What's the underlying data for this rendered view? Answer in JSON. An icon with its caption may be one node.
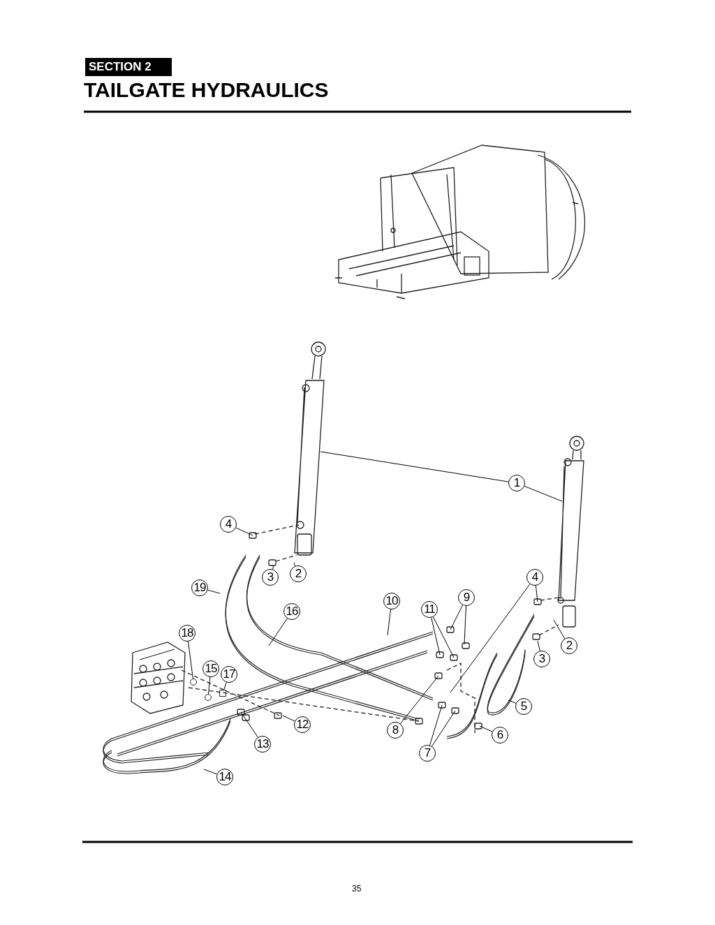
{
  "diagram": {
    "title": "TAILGATE HYDRAULICS",
    "nodes": [
      {
        "text": [
          "SECTION 2"
        ]
      },
      {
        "text": [
          "1"
        ]
      },
      {
        "text": [
          "4"
        ]
      },
      {
        "text": [
          "19"
        ]
      },
      {
        "text": [
          "3"
        ]
      },
      {
        "text": [
          "2"
        ]
      },
      {
        "text": [
          "4"
        ]
      },
      {
        "text": [
          "10"
        ]
      },
      {
        "text": [
          "9"
        ]
      },
      {
        "text": [
          "11"
        ]
      },
      {
        "text": [
          "16"
        ]
      },
      {
        "text": [
          "18"
        ]
      },
      {
        "text": [
          "2"
        ]
      },
      {
        "text": [
          "3"
        ]
      },
      {
        "text": [
          "15"
        ]
      },
      {
        "text": [
          "17"
        ]
      },
      {
        "text": [
          "5"
        ]
      },
      {
        "text": [
          "12"
        ]
      },
      {
        "text": [
          "8"
        ]
      },
      {
        "text": [
          "6"
        ]
      },
      {
        "text": [
          "13"
        ]
      },
      {
        "text": [
          "7"
        ]
      },
      {
        "text": [
          "14"
        ]
      },
      {
        "text": [],
        "shape": "circle"
      },
      {
        "text": [],
        "shape": "circle"
      },
      {
        "text": [],
        "shape": "box"
      }
    ],
    "edges": [
      {
        "from": 1,
        "to": null,
        "arrow": "none"
      },
      {
        "from": 1,
        "to": null,
        "arrow": "none"
      },
      {
        "from": 2,
        "to": null,
        "arrow": "none"
      },
      {
        "from": 3,
        "to": null,
        "arrow": "none"
      },
      {
        "from": 4,
        "to": null,
        "arrow": "none"
      },
      {
        "from": 5,
        "to": null,
        "arrow": "none"
      },
      {
        "from": 6,
        "to": null,
        "arrow": "none"
      },
      {
        "from": 6,
        "to": null,
        "arrow": "none"
      },
      {
        "from": 7,
        "to": null,
        "arrow": "none"
      },
      {
        "from": 8,
        "to": null,
        "arrow": "none"
      },
      {
        "from": 8,
        "to": null,
        "arrow": "none"
      },
      {
        "from": 9,
        "to": null,
        "arrow": "none"
      },
      {
        "from": 9,
        "to": null,
        "arrow": "none"
      },
      {
        "from": 10,
        "to": null,
        "arrow": "none"
      },
      {
        "from": 11,
        "to": 23,
        "arrow": "none"
      },
      {
        "from": 12,
        "to": null,
        "arrow": "none"
      },
      {
        "from": 13,
        "to": null,
        "arrow": "none"
      },
      {
        "from": 14,
        "to": 24,
        "arrow": "none"
      },
      {
        "from": 15,
        "to": 25,
        "arrow": "none"
      },
      {
        "from": 16,
        "to": null,
        "arrow": "none"
      },
      {
        "from": 17,
        "to": null,
        "arrow": "none"
      },
      {
        "from": 18,
        "to": null,
        "arrow": "none"
      },
      {
        "from": 19,
        "to": null,
        "arrow": "none"
      },
      {
        "from": 20,
        "to": null,
        "arrow": "none"
      },
      {
        "from": 21,
        "to": null,
        "arrow": "none"
      },
      {
        "from": 21,
        "to": null,
        "arrow": "none"
      },
      {
        "from": 22,
        "to": null,
        "arrow": "none"
      }
    ],
    "labels": [
      "35"
    ]
  }
}
